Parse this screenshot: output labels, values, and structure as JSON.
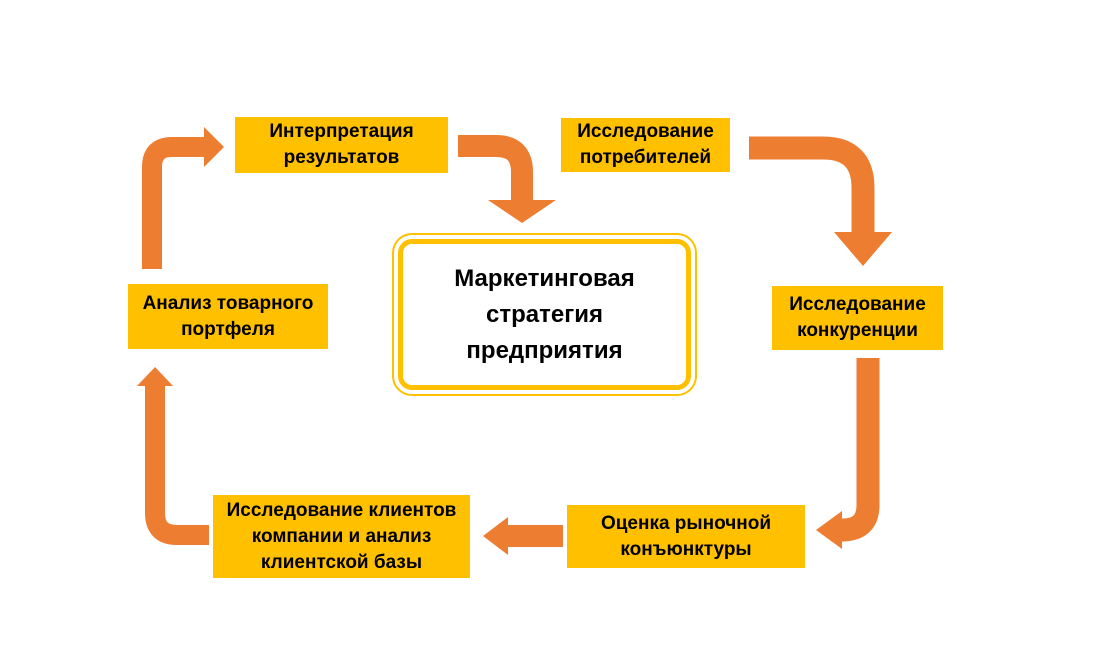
{
  "colors": {
    "background": "#FFFFFF",
    "node_fill": "#FFC000",
    "center_border": "#FFC000",
    "center_fill": "#FFFFFF",
    "arrow": "#ED7D31",
    "text": "#000000"
  },
  "center": {
    "id": "marketing_strategy",
    "label": "Маркетинговая\nстратегия\nпредприятия"
  },
  "nodes": [
    {
      "id": "interpretation",
      "label": "Интерпретация\nрезультатов"
    },
    {
      "id": "consumers",
      "label": "Исследование\nпотребителей"
    },
    {
      "id": "competition",
      "label": "Исследование\nконкуренции"
    },
    {
      "id": "market_assessment",
      "label": "Оценка рыночной\nконъюнктуры"
    },
    {
      "id": "clients",
      "label": "Исследование клиентов\nкомпании и анализ\nклиентской базы"
    },
    {
      "id": "portfolio",
      "label": "Анализ товарного\nпортфеля"
    }
  ],
  "arrows": [
    {
      "from": "portfolio",
      "to": "interpretation"
    },
    {
      "from": "interpretation",
      "to": "marketing_strategy"
    },
    {
      "from": "consumers",
      "to": "competition"
    },
    {
      "from": "competition",
      "to": "market_assessment"
    },
    {
      "from": "market_assessment",
      "to": "clients"
    },
    {
      "from": "clients",
      "to": "portfolio"
    }
  ]
}
